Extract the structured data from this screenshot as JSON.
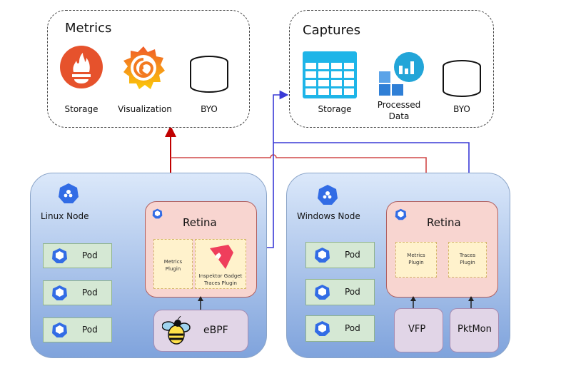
{
  "metrics": {
    "title": "Metrics",
    "items": [
      {
        "icon": "prometheus-icon",
        "label": "Storage"
      },
      {
        "icon": "grafana-icon",
        "label": "Visualization"
      },
      {
        "icon": "database-cylinder-icon",
        "label": "BYO"
      }
    ]
  },
  "captures": {
    "title": "Captures",
    "items": [
      {
        "icon": "storage-table-icon",
        "label": "Storage"
      },
      {
        "icon": "processed-data-icon",
        "label_line1": "Processed",
        "label_line2": "Data"
      },
      {
        "icon": "database-cylinder-icon",
        "label": "BYO"
      }
    ]
  },
  "linux_node": {
    "label": "Linux Node",
    "pods": [
      "Pod",
      "Pod",
      "Pod"
    ],
    "retina": {
      "title": "Retina",
      "plugins": [
        {
          "line1": "Metrics",
          "line2": "Plugin"
        },
        {
          "line1": "Inspektor Gadget",
          "line2": "Traces Plugin"
        }
      ]
    },
    "sources": [
      "eBPF"
    ]
  },
  "windows_node": {
    "label": "Windows Node",
    "pods": [
      "Pod",
      "Pod",
      "Pod"
    ],
    "retina": {
      "title": "Retina",
      "plugins": [
        {
          "line1": "Metrics",
          "line2": "Plugin"
        },
        {
          "line1": "Traces",
          "line2": "Plugin"
        }
      ]
    },
    "sources": [
      "VFP",
      "PktMon"
    ]
  },
  "colors": {
    "metrics_flow": "#c00000",
    "captures_flow": "#3a3ad6",
    "k8s_blue": "#326ce5"
  }
}
